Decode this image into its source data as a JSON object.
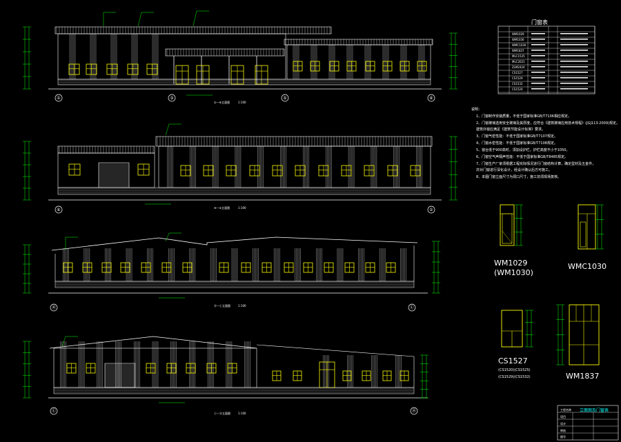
{
  "elevations": [
    {
      "title": "①—⑥立面图",
      "scale": "1:100",
      "axes": [
        "①",
        "③",
        "⑤",
        "⑥"
      ]
    },
    {
      "title": "⑥—①立面图",
      "scale": "1:100",
      "axes": [
        "⑥",
        "①"
      ]
    },
    {
      "title": "Ⓐ—Ⓛ立面图",
      "scale": "1:100",
      "axes": [
        "Ⓐ",
        "Ⓛ"
      ]
    },
    {
      "title": "Ⓛ—Ⓐ立面图",
      "scale": "1:100",
      "axes": [
        "Ⓛ",
        "Ⓐ"
      ]
    }
  ],
  "door_schedule": {
    "title": "门窗表",
    "codes": [
      "WM1029",
      "WM1030",
      "WMC1030",
      "WM1837",
      "MLC1525",
      "MLC2021",
      "ZLM2424",
      "CS1527",
      "CS1529",
      "CS1532",
      "CS1520"
    ]
  },
  "notes": {
    "heading": "说明：",
    "lines": [
      "1、门窗制作安装质量，不低于国家标准GB/T7106相应规定。",
      "2、门窗玻璃选用安全玻璃及其厚度，应符合《建筑玻璃应用技术规程》(JGJ113-2009)规定。",
      "   建筑外窗应满足《建筑节能设计标准》要求。",
      "3、门窗气密性能：不低于国家标准GB/T7107规定。",
      "4、门窗水密性能：不低于国家标准GB/T7108规定。",
      "5、窗台低于900高时，须加设护栏，护栏高度不小于1050。",
      "6、门窗空气声隔声性能：不低于国家标准GB/T8485规定。",
      "7、门窗生产厂家须根据工程实际情况进行门窗结构计算，确定型材及五金件，",
      "   并对门窗进行深化设计，经设计确认后方可施工。",
      "8、本图门窗立面尺寸为洞口尺寸，施工前须现场复核。"
    ]
  },
  "window_details": [
    {
      "label": "WM1029",
      "sublabel": "(WM1030)"
    },
    {
      "label": "WMC1030",
      "sublabel": ""
    },
    {
      "label": "CS1527",
      "sublabel": "(CS1520)(CS1525)"
    },
    {
      "label": "",
      "sublabel": "(CS1529)(CS1532)"
    },
    {
      "label": "WM1837",
      "sublabel": ""
    }
  ],
  "title_block": {
    "drawing_name": "立面图及门窗表",
    "rows": [
      "工程名称",
      "项目",
      "设计",
      "审核",
      "图号"
    ]
  },
  "colors": {
    "line": "#ffffff",
    "window": "#ffff00",
    "green": "#00ff00",
    "cyan": "#00ffff",
    "magenta": "#ff00ff",
    "red": "#ff3030",
    "title_text": "#00ffff"
  }
}
